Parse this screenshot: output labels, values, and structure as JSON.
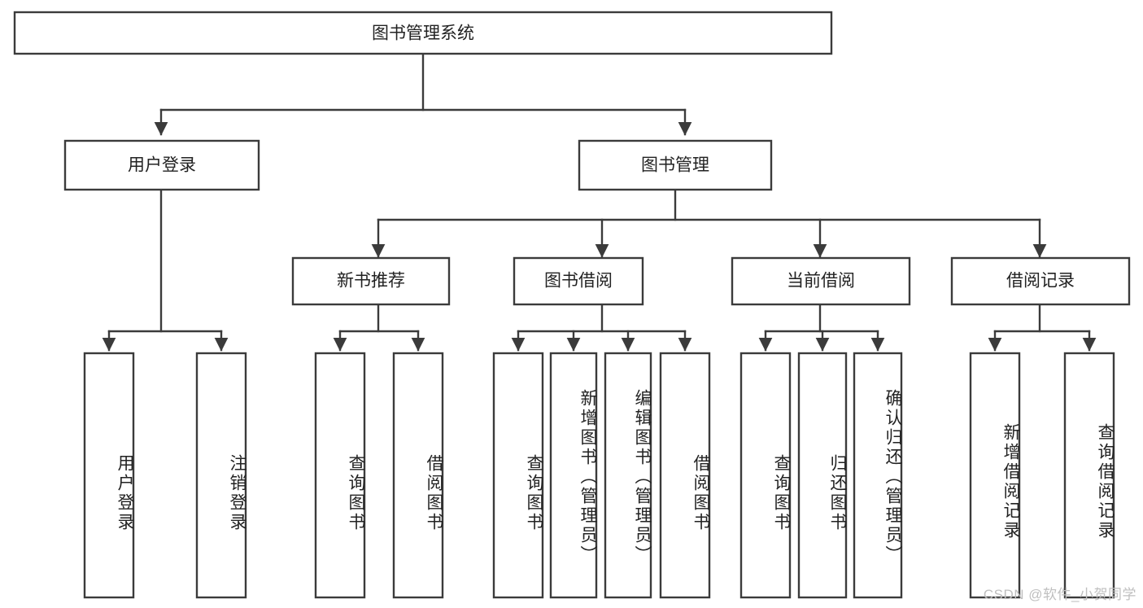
{
  "diagram": {
    "title": "图书管理系统",
    "watermark": "CSDN @软件_小贺同学",
    "stroke_color": "#3b3b3b",
    "fill_color": "#ffffff",
    "text_color": "#222222",
    "watermark_color": "#bfbfbf",
    "root": {
      "label": "图书管理系统"
    },
    "level2": [
      {
        "label": "用户登录"
      },
      {
        "label": "图书管理"
      }
    ],
    "level3": [
      {
        "label": "新书推荐"
      },
      {
        "label": "图书借阅"
      },
      {
        "label": "当前借阅"
      },
      {
        "label": "借阅记录"
      }
    ],
    "leaves": {
      "user_login": [
        {
          "label": "用户登录"
        },
        {
          "label": "注销登录"
        }
      ],
      "new_book": [
        {
          "label": "查询图书"
        },
        {
          "label": "借阅图书"
        }
      ],
      "book_borrow": [
        {
          "label": "查询图书"
        },
        {
          "label": "新增图书（管理员）"
        },
        {
          "label": "编辑图书（管理员）"
        },
        {
          "label": "借阅图书"
        }
      ],
      "current_borrow": [
        {
          "label": "查询图书"
        },
        {
          "label": "归还图书"
        },
        {
          "label": "确认归还（管理员）"
        }
      ],
      "borrow_record": [
        {
          "label": "新增借阅记录"
        },
        {
          "label": "查询借阅记录"
        }
      ]
    }
  }
}
